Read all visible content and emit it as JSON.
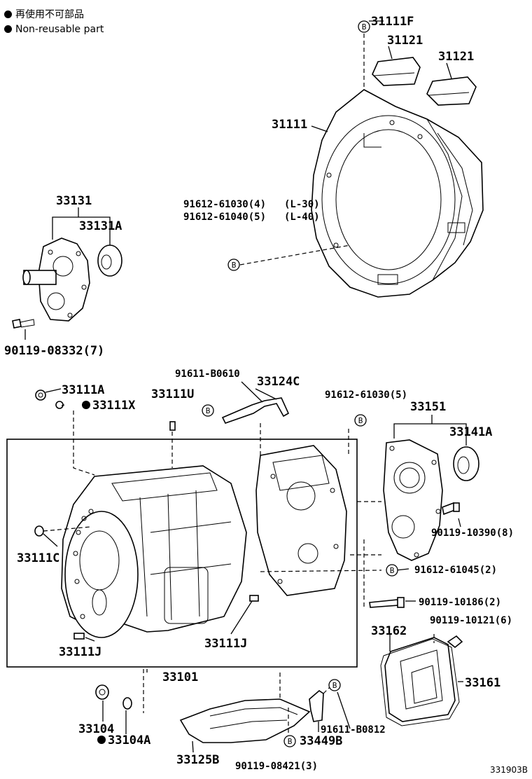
{
  "legend": {
    "line1": "再使用不可部品",
    "line2": "Non-reusable part"
  },
  "labels": {
    "p31111F": "31111F",
    "p31121a": "31121",
    "p31121b": "31121",
    "p31111": "31111",
    "p33131": "33131",
    "p33131A": "33131A",
    "b9161261030": "91612-61030(4)",
    "b9161261030_note": "(L-30)",
    "b9161261040": "91612-61040(5)",
    "b9161261040_note": "(L-40)",
    "p9011908332": "90119-08332(7)",
    "p33111A": "33111A",
    "p33111X": "33111X",
    "p33111U": "33111U",
    "p91611B0610": "91611-B0610",
    "p33124C": "33124C",
    "p9161261030_5": "91612-61030(5)",
    "p33151": "33151",
    "p33141A": "33141A",
    "p9011910390": "90119-10390(8)",
    "p33111C": "33111C",
    "p9161261045": "91612-61045(2)",
    "p9011910186": "90119-10186(2)",
    "p9011910121": "90119-10121(6)",
    "p33162": "33162",
    "p33161": "33161",
    "p33111J_a": "33111J",
    "p33111J_b": "33111J",
    "p33101": "33101",
    "p33104": "33104",
    "p33104A": "33104A",
    "p33125B": "33125B",
    "p9011908421": "90119-08421(3)",
    "p33449B": "33449B",
    "p91611B0812": "91611-B0812"
  },
  "marker_letter": "B",
  "diagram_code": "331903B"
}
